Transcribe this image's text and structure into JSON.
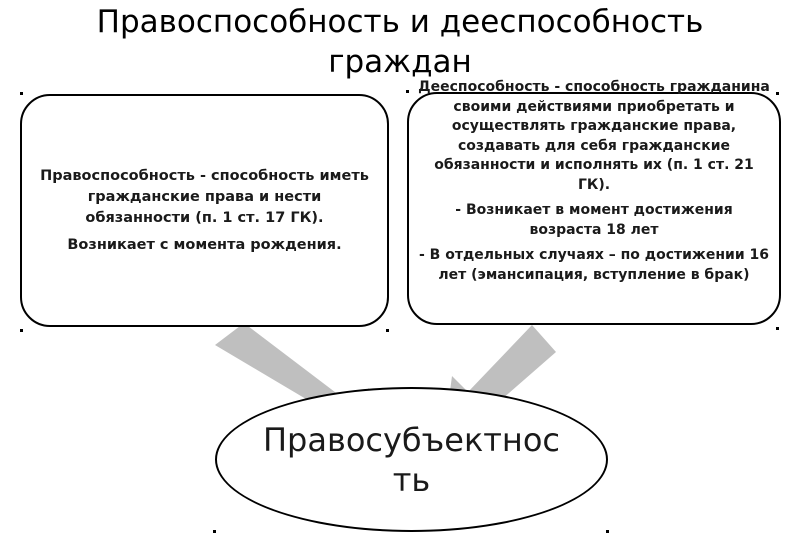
{
  "title": {
    "line1": "Правоспособность и дееспособность",
    "line2": "граждан"
  },
  "left_box": {
    "definition": "Правоспособность - способность иметь гражданские права и нести обязанности (п. 1 ст. 17 ГК).",
    "origin": "Возникает с момента рождения."
  },
  "right_box": {
    "definition": "Дееспособность - способность гражданина своими действиями приобретать и осуществлять гражданские права, создавать для себя гражданские обязанности и исполнять их (п. 1 ст. 21 ГК).",
    "point1": "- Возникает в момент достижения возраста 18 лет",
    "point2": "- В отдельных случаях – по достижении 16 лет (эмансипация, вступление в брак)"
  },
  "result": {
    "line1": "Правосубъектнос",
    "line2": "ть"
  },
  "colors": {
    "arrow": "#bfbfbf",
    "stroke": "#000000"
  }
}
